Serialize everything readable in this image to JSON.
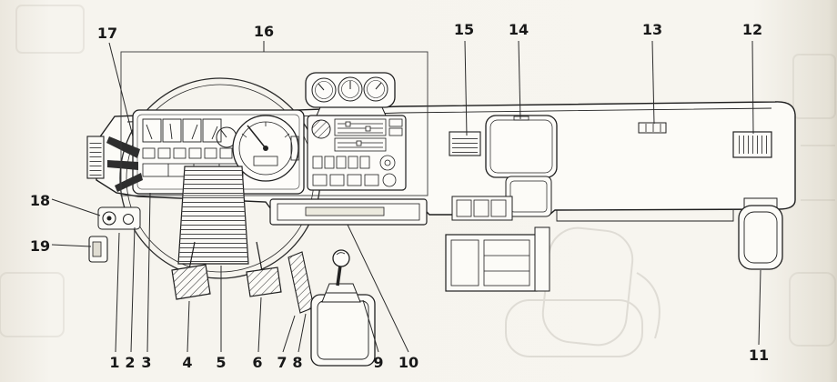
{
  "callouts": {
    "n1": "1",
    "n2": "2",
    "n3": "3",
    "n4": "4",
    "n5": "5",
    "n6": "6",
    "n7": "7",
    "n8": "8",
    "n9": "9",
    "n10": "10",
    "n11": "11",
    "n12": "12",
    "n13": "13",
    "n14": "14",
    "n15": "15",
    "n16": "16",
    "n17": "17",
    "n18": "18",
    "n19": "19"
  },
  "colors": {
    "ink": "#1f1f1f",
    "paper": "#f6f4ee"
  }
}
